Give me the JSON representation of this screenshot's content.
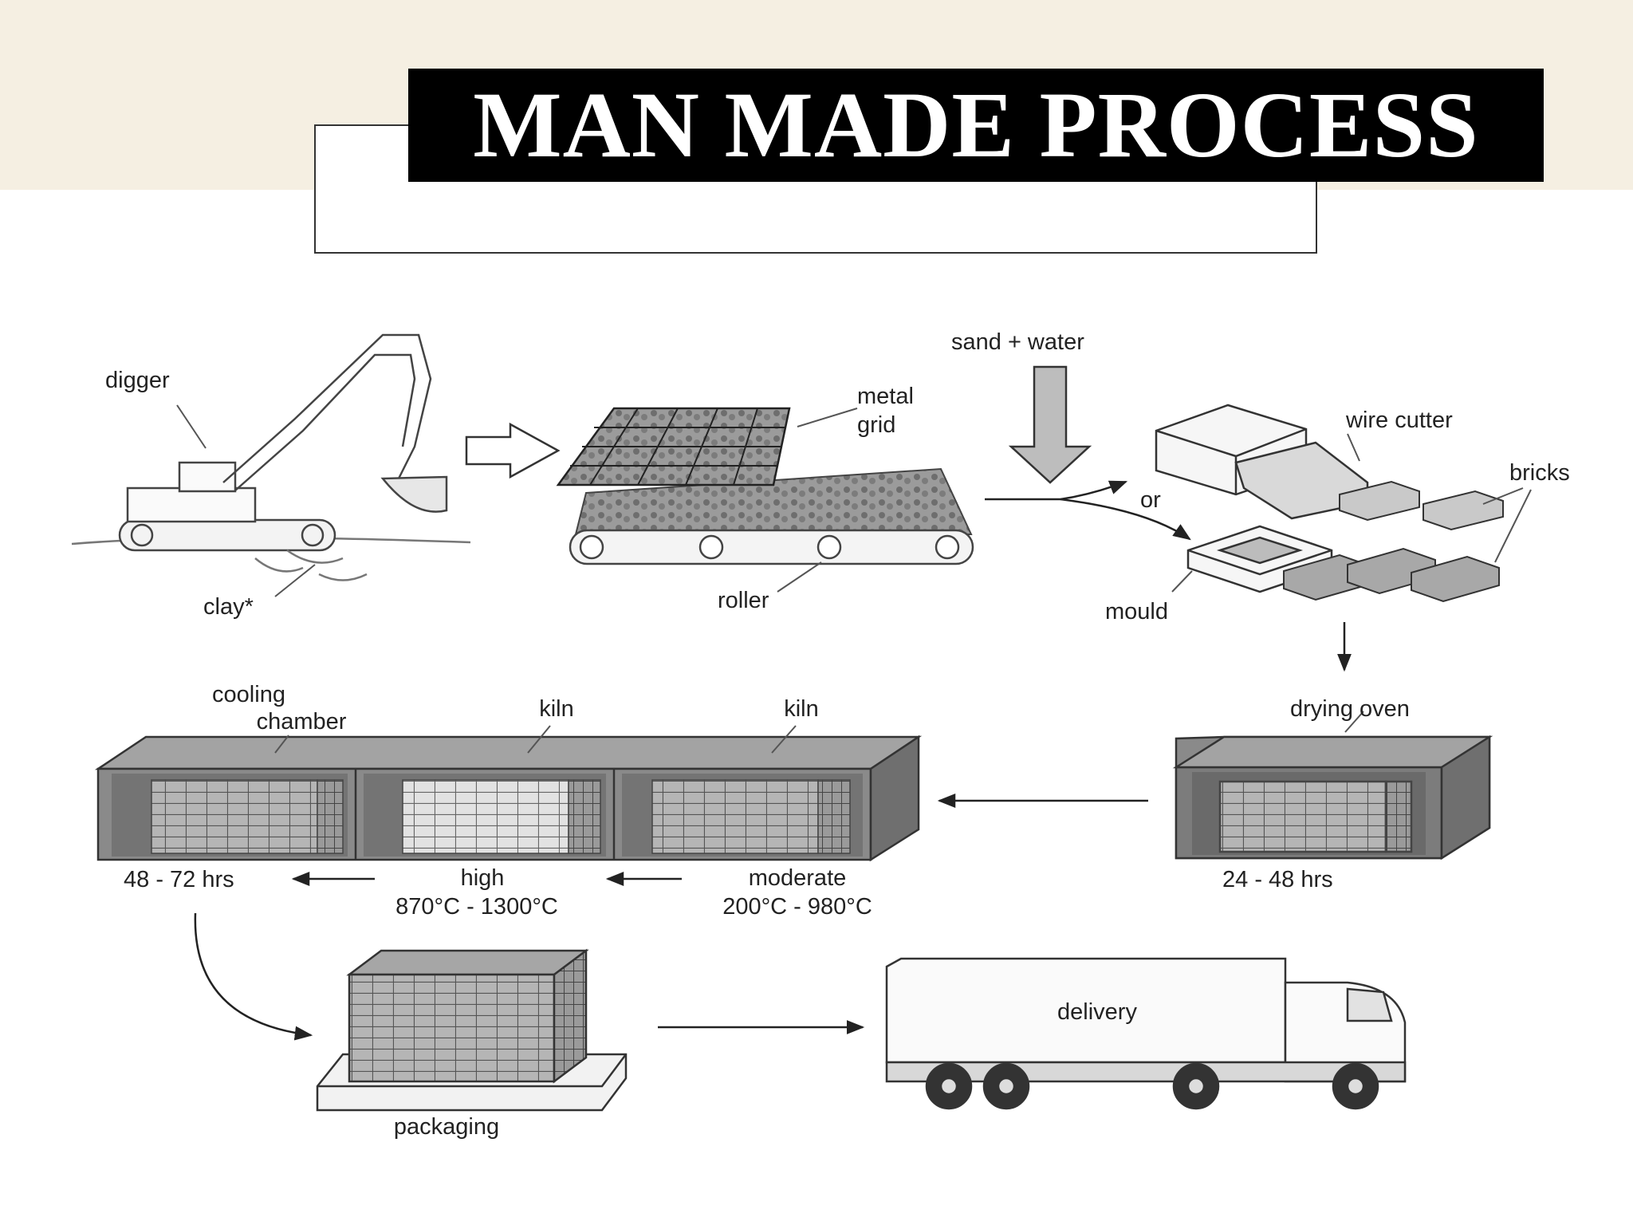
{
  "title": "MAN MADE PROCESS",
  "labels": {
    "digger": "digger",
    "clay": "clay*",
    "metal_grid_1": "metal",
    "metal_grid_2": "grid",
    "roller": "roller",
    "sand_water": "sand + water",
    "or": "or",
    "wire_cutter": "wire cutter",
    "bricks": "bricks",
    "mould": "mould",
    "drying_oven": "drying oven",
    "drying_time": "24 - 48 hrs",
    "kiln_moderate": "kiln",
    "kiln_high": "kiln",
    "cooling_1": "cooling",
    "cooling_2": "chamber",
    "cooling_time": "48 - 72 hrs",
    "high": "high",
    "high_temp": "870°C - 1300°C",
    "moderate": "moderate",
    "moderate_temp": "200°C - 980°C",
    "packaging": "packaging",
    "delivery": "delivery"
  },
  "colors": {
    "header_band": "#f5efe2",
    "title_bar": "#000000",
    "oven_grey": "#8a8a8a",
    "brick_grey": "#b5b5b5"
  }
}
